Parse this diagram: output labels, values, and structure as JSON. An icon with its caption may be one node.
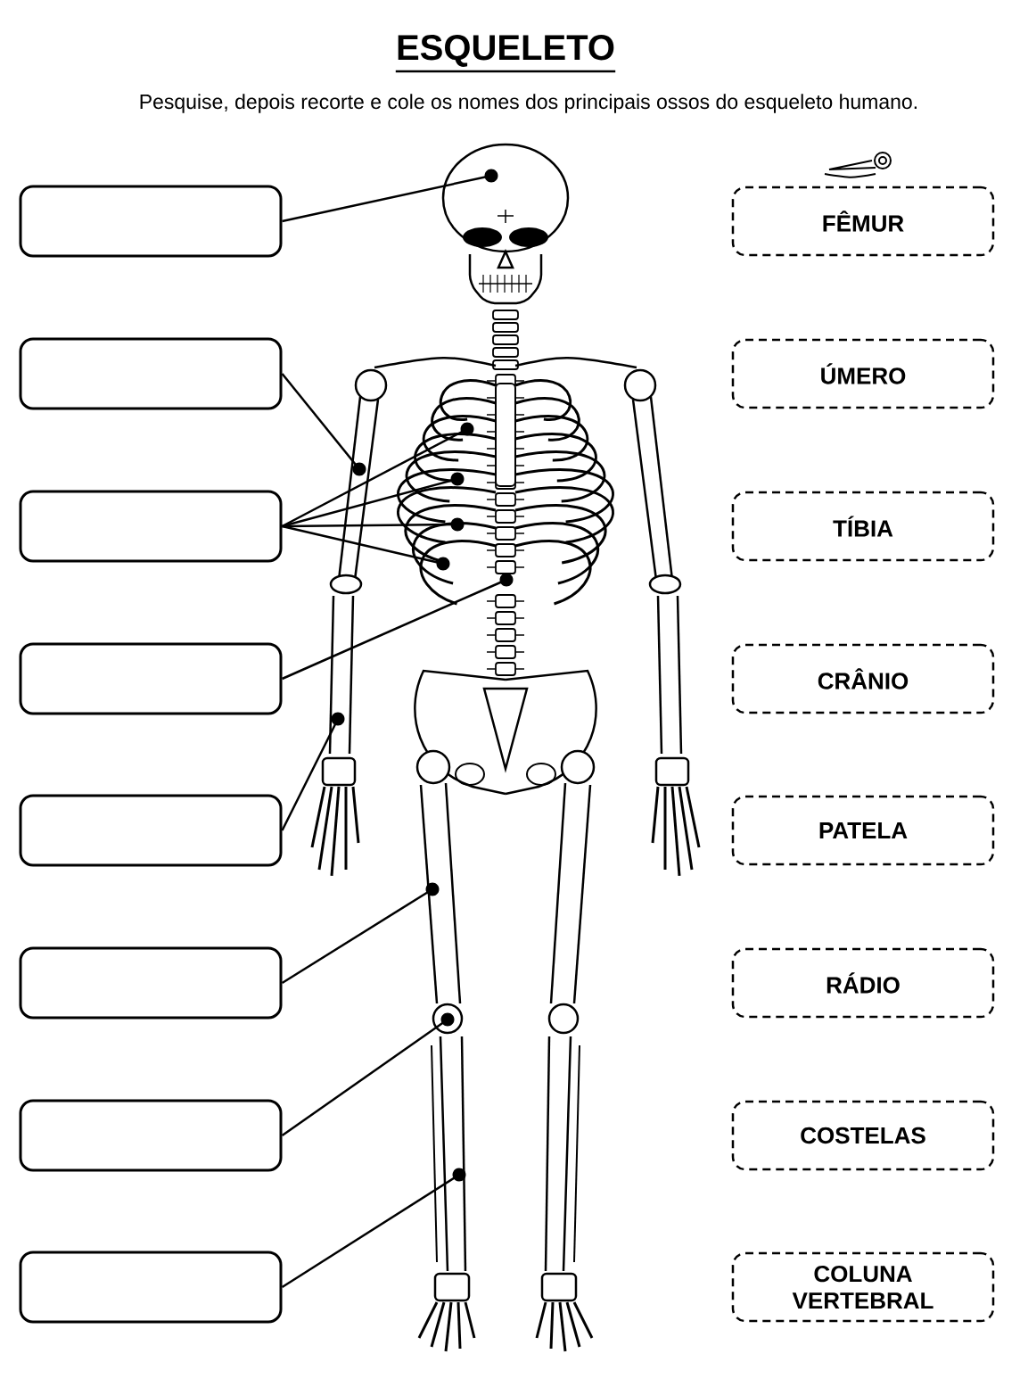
{
  "diagram": {
    "title": "ESQUELETO",
    "nodes": [
      {
        "text": [],
        "shape": "box"
      },
      {
        "text": [],
        "shape": "box"
      },
      {
        "text": [],
        "shape": "box"
      },
      {
        "text": [],
        "shape": "box"
      },
      {
        "text": [],
        "shape": "box"
      },
      {
        "text": [],
        "shape": "box"
      },
      {
        "text": [],
        "shape": "box"
      },
      {
        "text": [],
        "shape": "box"
      },
      {
        "text": [
          "FÊMUR"
        ]
      },
      {
        "text": [
          "ÚMERO"
        ]
      },
      {
        "text": [
          "TÍBIA"
        ]
      },
      {
        "text": [
          "CRÂNIO"
        ]
      },
      {
        "text": [
          "PATELA"
        ]
      },
      {
        "text": [
          "RÁDIO"
        ]
      },
      {
        "text": [
          "COSTELAS"
        ]
      },
      {
        "text": [
          "COLUNA VERTEBRAL"
        ]
      }
    ],
    "edges": [
      {
        "from": 0,
        "to": null,
        "arrow": "other"
      },
      {
        "from": 1,
        "to": null,
        "arrow": "other"
      },
      {
        "from": 2,
        "to": null,
        "arrow": "other"
      },
      {
        "from": 2,
        "to": null,
        "arrow": "other"
      },
      {
        "from": 2,
        "to": null,
        "arrow": "other"
      },
      {
        "from": 2,
        "to": null,
        "arrow": "other"
      },
      {
        "from": 3,
        "to": null,
        "arrow": "other"
      },
      {
        "from": 4,
        "to": null,
        "arrow": "other"
      },
      {
        "from": 5,
        "to": null,
        "arrow": "other"
      },
      {
        "from": 6,
        "to": null,
        "arrow": "other"
      },
      {
        "from": 7,
        "to": null,
        "arrow": "other"
      }
    ],
    "labels": [
      "Pesquise, depois recorte e cole os nomes dos principais ossos do esqueleto humano."
    ]
  }
}
